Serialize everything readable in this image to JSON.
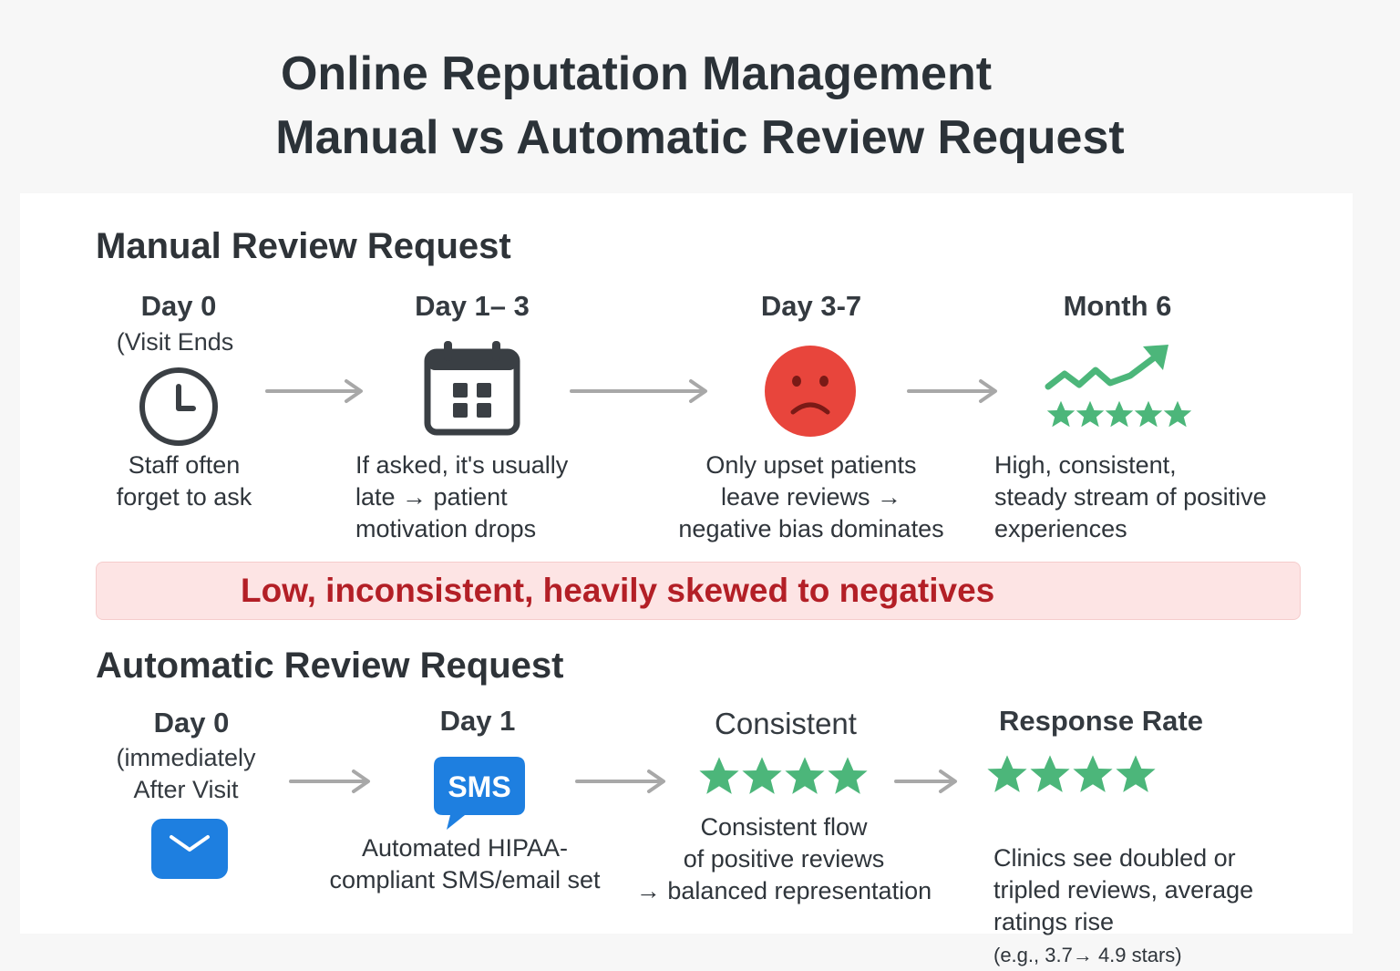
{
  "title": {
    "line1": "Online Reputation Management",
    "line2": "Manual vs Automatic Review Request"
  },
  "manual": {
    "heading": "Manual Review Request",
    "steps": [
      {
        "label": "Day 0",
        "sub": "(Visit Ends",
        "icon": "clock-icon",
        "desc": "Staff often\nforget to ask"
      },
      {
        "label": "Day 1– 3",
        "icon": "calendar-icon",
        "desc": "If  asked, it's usually\nlate → patient\nmotivation drops"
      },
      {
        "label": "Day 3-7",
        "icon": "sad-face-icon",
        "desc": "Only upset patients\nleave reviews →\nnegative bias dominates"
      },
      {
        "label": "Month 6",
        "icon": "trend-up-stars-icon",
        "desc": "High, consistent,\nsteady stream of positive\nexperiences"
      }
    ],
    "banner": "Low, inconsistent, heavily skewed to negatives"
  },
  "automatic": {
    "heading": "Automatic Review Request",
    "steps": [
      {
        "label": "Day 0",
        "sub1": "(immediately",
        "sub2": "After Visit",
        "icon": "email-icon"
      },
      {
        "label": "Day 1",
        "icon": "sms-bubble-icon",
        "icon_text": "SMS",
        "desc": "Automated HIPAA-\ncompliant SMS/email set"
      },
      {
        "label": "Consistent",
        "icon": "four-stars-icon",
        "desc": "Consistent flow\nof positive reviews\n→ balanced representation"
      },
      {
        "label": "Response Rate",
        "icon": "four-stars-icon",
        "desc": "Clinics see doubled or\ntripled reviews, average\nratings rise",
        "desc_small": "(e.g., 3.7→ 4.9 stars)"
      }
    ]
  },
  "colors": {
    "green": "#4cb67a",
    "red_face": "#e8453c",
    "blue": "#1e7fe0",
    "banner_bg": "#fde4e4",
    "banner_text": "#b31f26",
    "arrow": "#a8a8a8"
  }
}
